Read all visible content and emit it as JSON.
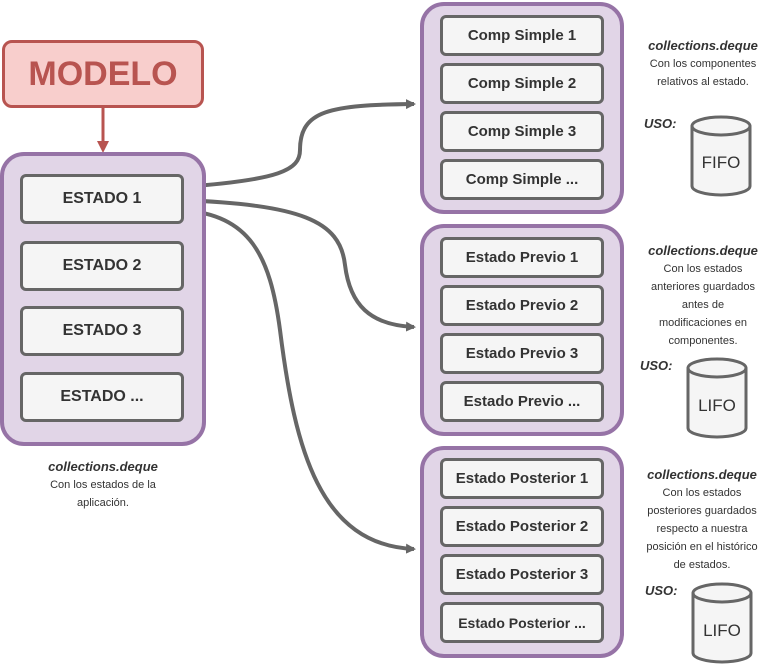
{
  "modelo": {
    "label": "MODELO"
  },
  "estados": {
    "items": [
      "ESTADO 1",
      "ESTADO 2",
      "ESTADO 3",
      "ESTADO ..."
    ],
    "note_title": "collections.deque",
    "note_lines": [
      "Con los estados de la",
      "aplicación."
    ]
  },
  "componentes": {
    "items": [
      "Comp Simple 1",
      "Comp Simple 2",
      "Comp Simple 3",
      "Comp Simple ..."
    ],
    "note_title": "collections.deque",
    "note_lines": [
      "Con los componentes",
      "relativos al estado."
    ],
    "uso_label": "USO:",
    "uso_value": "FIFO"
  },
  "previos": {
    "items": [
      "Estado Previo 1",
      "Estado Previo 2",
      "Estado Previo 3",
      "Estado Previo ..."
    ],
    "note_title": "collections.deque",
    "note_lines": [
      "Con los estados",
      "anteriores guardados",
      "antes de",
      "modificaciones en",
      "componentes."
    ],
    "uso_label": "USO:",
    "uso_value": "LIFO"
  },
  "posteriores": {
    "items": [
      "Estado Posterior 1",
      "Estado Posterior 2",
      "Estado Posterior 3",
      "Estado Posterior ..."
    ],
    "note_title": "collections.deque",
    "note_lines": [
      "Con los estados",
      "posteriores guardados",
      "respecto a nuestra",
      "posición en el histórico",
      "de estados."
    ],
    "uso_label": "USO:",
    "uso_value": "LIFO"
  },
  "colors": {
    "group_fill": "#e1d5e7",
    "group_stroke": "#9673a6",
    "box_fill": "#f5f5f5",
    "box_stroke": "#666666",
    "modelo_fill": "#f8cecc",
    "modelo_stroke": "#b85450",
    "connector": "#666666"
  },
  "icons": {
    "storage": "cylinder-icon"
  }
}
